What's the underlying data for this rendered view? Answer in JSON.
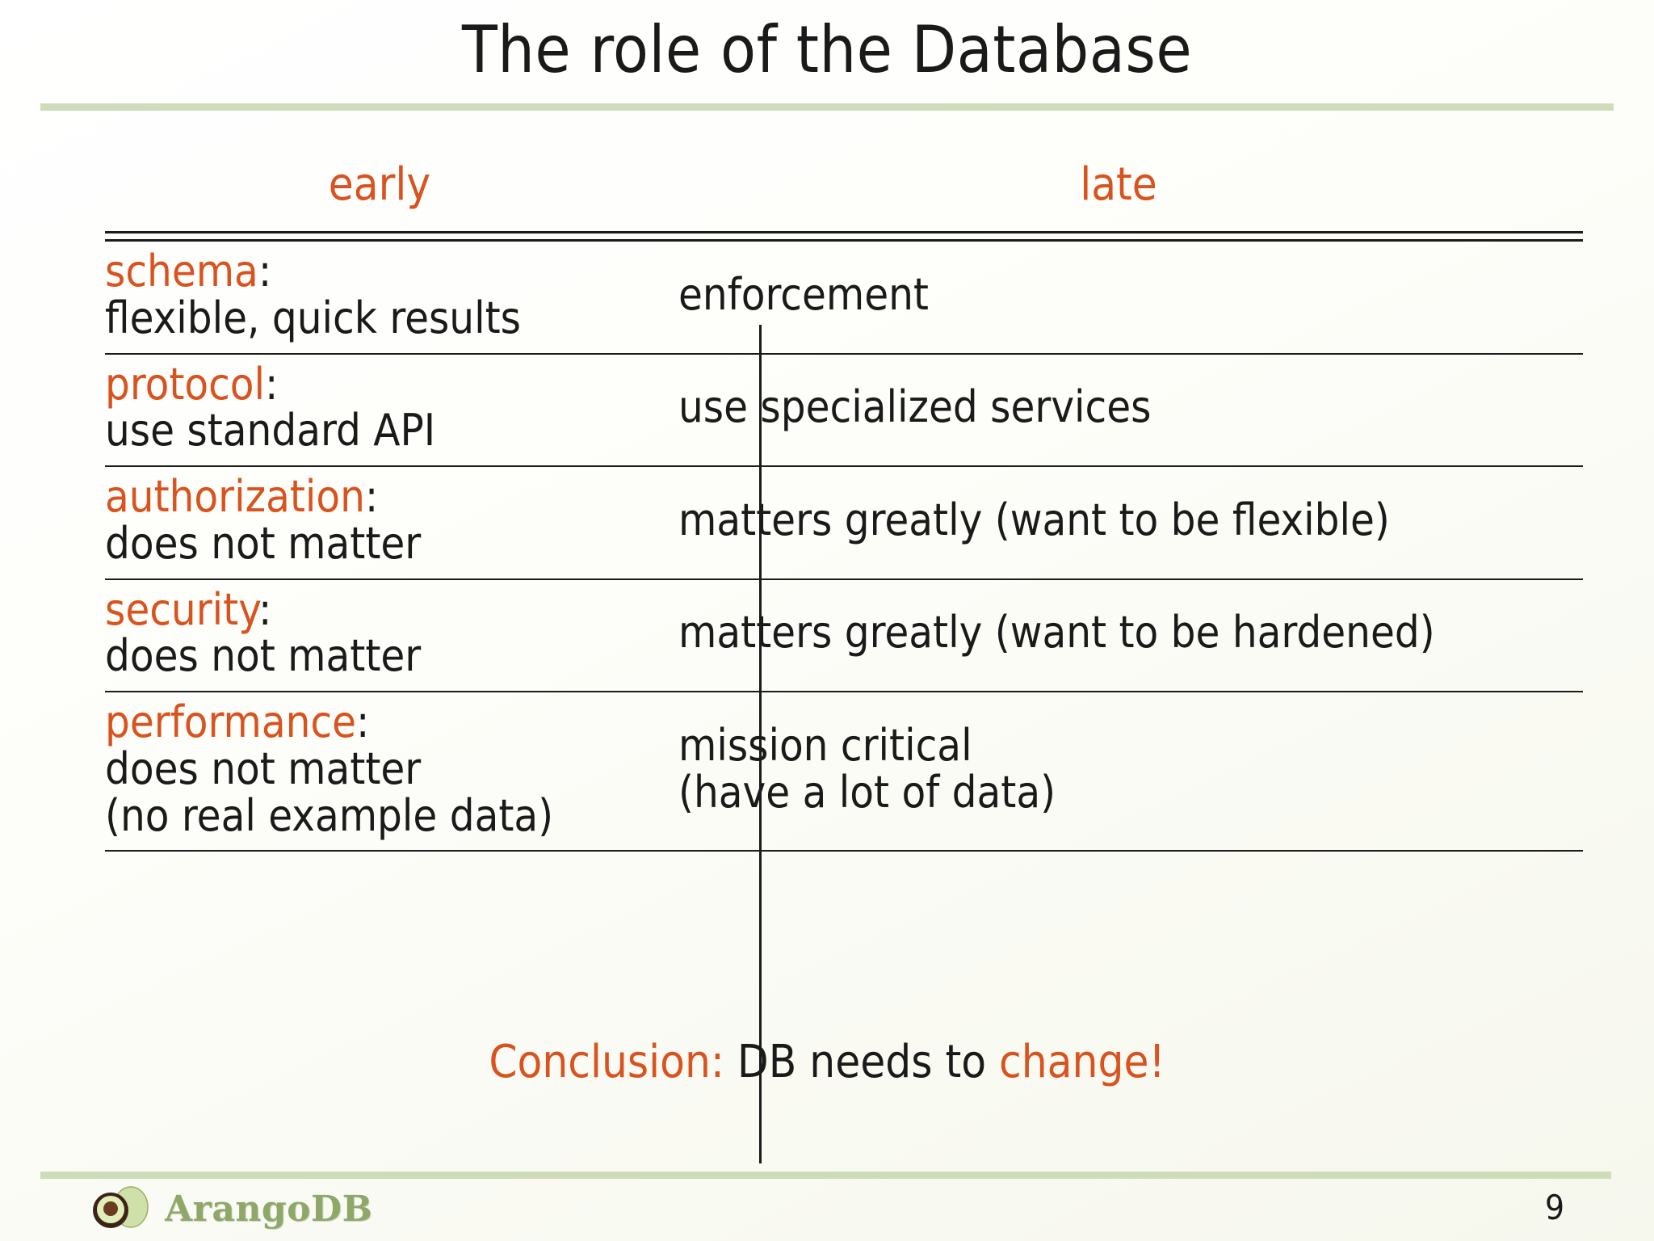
{
  "slide": {
    "title": "The role of the Database",
    "page_number": "9",
    "accent_color": "#d9531e",
    "rule_color": "#cfdcb9",
    "text_color": "#1a1a1a",
    "background_color": "#fbfbf6"
  },
  "table": {
    "columns": [
      {
        "label": "early"
      },
      {
        "label": "late"
      }
    ],
    "rows": [
      {
        "keyword": "schema",
        "colon": ":",
        "early": "flexible, quick results",
        "late_line1": "enforcement",
        "late_line2": ""
      },
      {
        "keyword": "protocol",
        "colon": ":",
        "early": "use standard API",
        "late_line1": "use specialized services",
        "late_line2": ""
      },
      {
        "keyword": "authorization",
        "colon": ":",
        "early": "does not matter",
        "late_line1": "matters greatly (want to be flexible)",
        "late_line2": ""
      },
      {
        "keyword": "security",
        "colon": ":",
        "early": "does not matter",
        "late_line1": "matters greatly (want to be hardened)",
        "late_line2": ""
      },
      {
        "keyword": "performance",
        "colon": ":",
        "early": "does not matter",
        "early_line2": "(no real example data)",
        "late_line1": "mission critical",
        "late_line2": "(have a lot of data)"
      }
    ]
  },
  "conclusion": {
    "lead": "Conclusion:",
    "middle": " DB needs to ",
    "accent": "change!"
  },
  "footer": {
    "logo_text": "ArangoDB",
    "logo_icon": "avocado-icon"
  }
}
